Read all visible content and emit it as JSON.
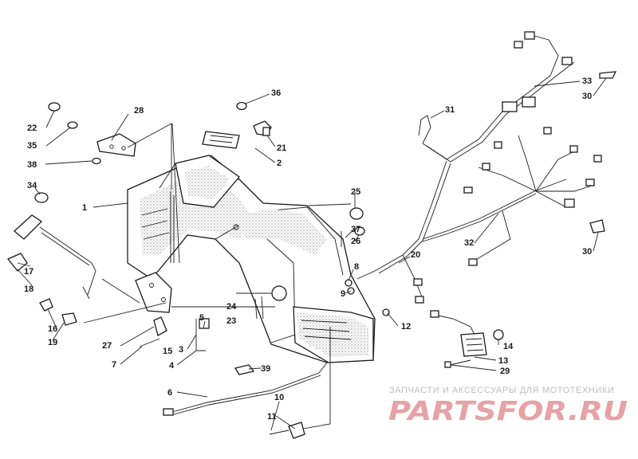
{
  "diagram": {
    "callouts": [
      "1",
      "2",
      "3",
      "4",
      "5",
      "6",
      "7",
      "8",
      "9",
      "10",
      "11",
      "12",
      "13",
      "14",
      "15",
      "16",
      "17",
      "18",
      "19",
      "20",
      "21",
      "22",
      "23",
      "24",
      "25",
      "26",
      "27",
      "28",
      "29",
      "30",
      "30",
      "31",
      "32",
      "33",
      "34",
      "35",
      "36",
      "37",
      "38",
      "39"
    ]
  },
  "watermark": {
    "caption": "ЗАПЧАСТИ И АКСЕССУАРЫ ДЛЯ МОТОТЕХНИКИ",
    "logo": "PARTSFOR.RU",
    "logo_color": "#e6a2a5",
    "caption_color": "#bdbdbd"
  }
}
